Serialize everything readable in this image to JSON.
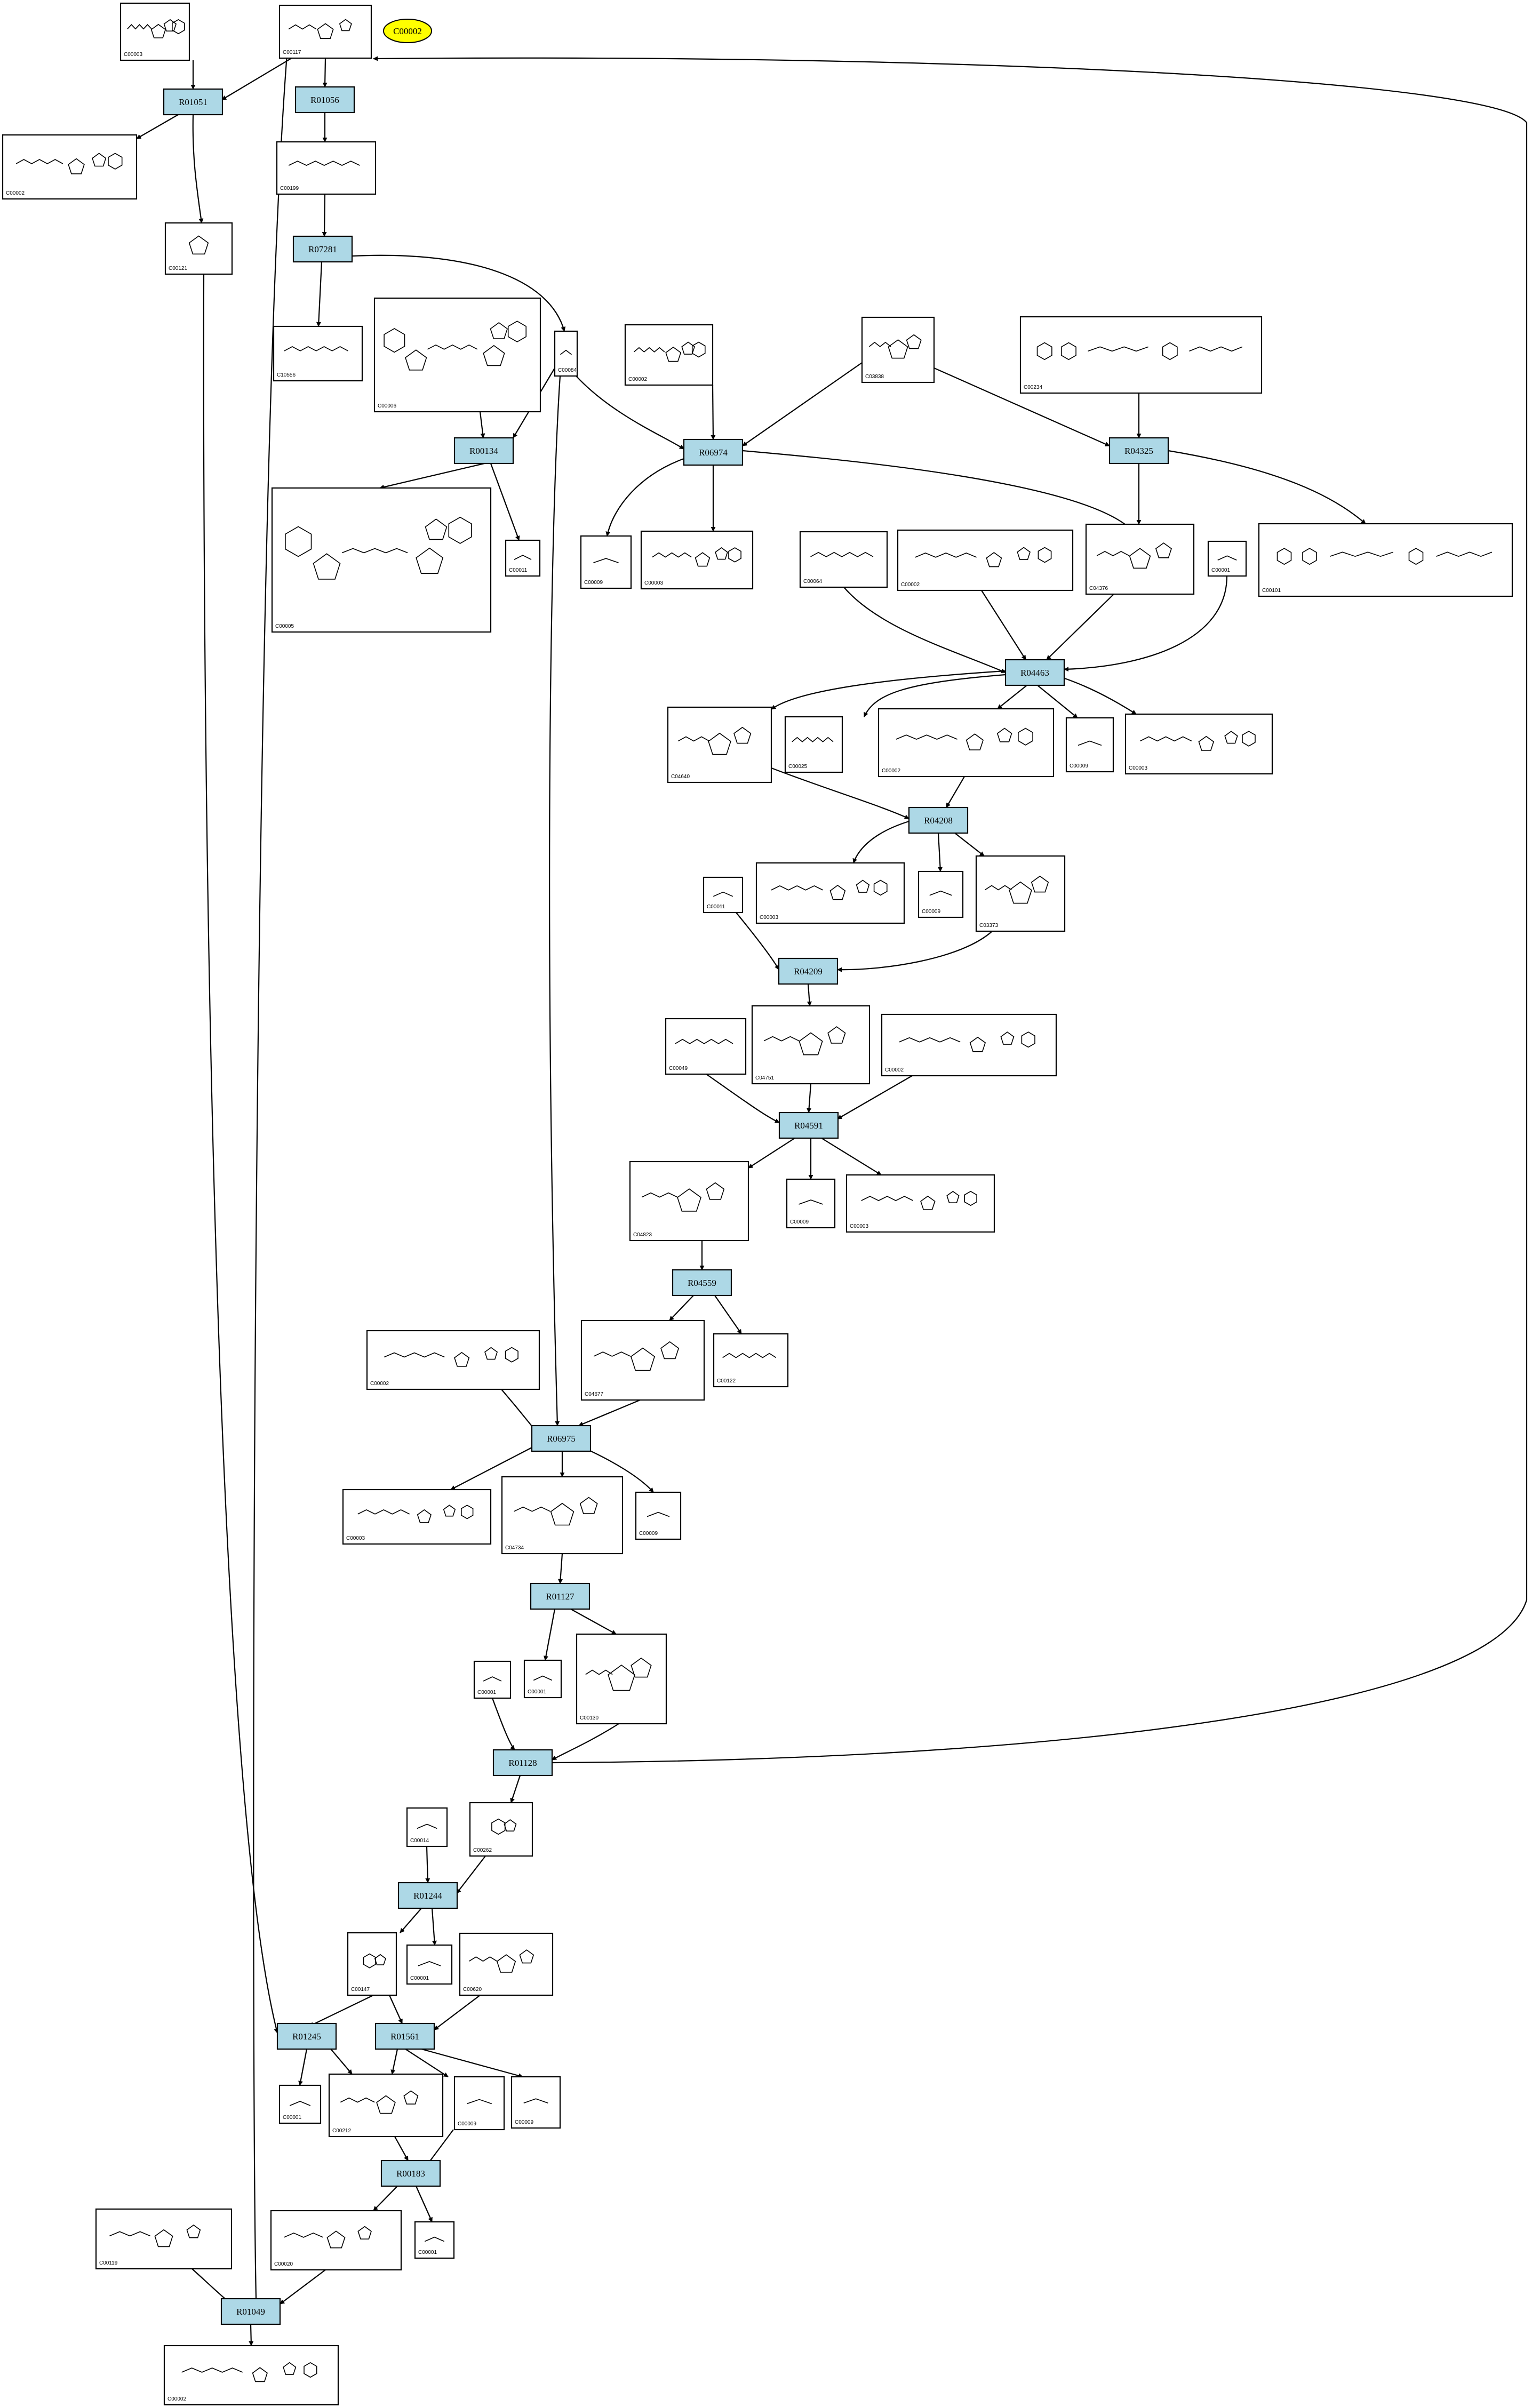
{
  "highlight": {
    "label": "C00002",
    "color": "#ffff00"
  },
  "colors": {
    "reaction_fill": "#add8e6",
    "compound_fill": "#ffffff",
    "edge": "#000000"
  },
  "reactions": [
    "R01051",
    "R01056",
    "R07281",
    "R00134",
    "R06974",
    "R04325",
    "R04463",
    "R04208",
    "R04209",
    "R04591",
    "R04559",
    "R06975",
    "R01127",
    "R01128",
    "R01244",
    "R01245",
    "R01561",
    "R00183",
    "R01049"
  ],
  "compounds": [
    {
      "id": "C00003",
      "kind": "nucleotide"
    },
    {
      "id": "C00117",
      "kind": "sugarp"
    },
    {
      "id": "C00002",
      "kind": "nucleotide"
    },
    {
      "id": "C00121",
      "kind": "sugar"
    },
    {
      "id": "C00199",
      "kind": "chain"
    },
    {
      "id": "C10556",
      "kind": "chain"
    },
    {
      "id": "C00006",
      "kind": "dinuc"
    },
    {
      "id": "C00084",
      "kind": "small"
    },
    {
      "id": "C00002",
      "kind": "nucleotide"
    },
    {
      "id": "C03838",
      "kind": "sugarp"
    },
    {
      "id": "C00234",
      "kind": "folate"
    },
    {
      "id": "C00005",
      "kind": "dinuc"
    },
    {
      "id": "C00011",
      "kind": "small"
    },
    {
      "id": "C00009",
      "kind": "small"
    },
    {
      "id": "C00003",
      "kind": "nucleotide"
    },
    {
      "id": "C00064",
      "kind": "chain"
    },
    {
      "id": "C00002",
      "kind": "nucleotide"
    },
    {
      "id": "C04376",
      "kind": "sugarp"
    },
    {
      "id": "C00001",
      "kind": "small"
    },
    {
      "id": "C00101",
      "kind": "folate"
    },
    {
      "id": "C04640",
      "kind": "sugarp"
    },
    {
      "id": "C00025",
      "kind": "chain"
    },
    {
      "id": "C00002",
      "kind": "nucleotide"
    },
    {
      "id": "C00009",
      "kind": "small"
    },
    {
      "id": "C00003",
      "kind": "nucleotide"
    },
    {
      "id": "C00011",
      "kind": "small"
    },
    {
      "id": "C00003",
      "kind": "nucleotide"
    },
    {
      "id": "C00009",
      "kind": "small"
    },
    {
      "id": "C03373",
      "kind": "sugarp"
    },
    {
      "id": "C00049",
      "kind": "chain"
    },
    {
      "id": "C04751",
      "kind": "sugarp"
    },
    {
      "id": "C00002",
      "kind": "nucleotide"
    },
    {
      "id": "C04823",
      "kind": "sugarp"
    },
    {
      "id": "C00009",
      "kind": "small"
    },
    {
      "id": "C00003",
      "kind": "nucleotide"
    },
    {
      "id": "C04677",
      "kind": "sugarp"
    },
    {
      "id": "C00122",
      "kind": "chain"
    },
    {
      "id": "C00002",
      "kind": "nucleotide"
    },
    {
      "id": "C00003",
      "kind": "nucleotide"
    },
    {
      "id": "C04734",
      "kind": "sugarp"
    },
    {
      "id": "C00009",
      "kind": "small"
    },
    {
      "id": "C00001",
      "kind": "small"
    },
    {
      "id": "C00001",
      "kind": "small"
    },
    {
      "id": "C00130",
      "kind": "sugarp"
    },
    {
      "id": "C00262",
      "kind": "base"
    },
    {
      "id": "C00014",
      "kind": "small"
    },
    {
      "id": "C00001",
      "kind": "small"
    },
    {
      "id": "C00147",
      "kind": "base"
    },
    {
      "id": "C00620",
      "kind": "sugarp"
    },
    {
      "id": "C00001",
      "kind": "small"
    },
    {
      "id": "C00212",
      "kind": "sugarp"
    },
    {
      "id": "C00009",
      "kind": "small"
    },
    {
      "id": "C00009",
      "kind": "small"
    },
    {
      "id": "C00020",
      "kind": "sugarp"
    },
    {
      "id": "C00001",
      "kind": "small"
    },
    {
      "id": "C00119",
      "kind": "sugarp"
    },
    {
      "id": "C00002",
      "kind": "nucleotide"
    }
  ]
}
